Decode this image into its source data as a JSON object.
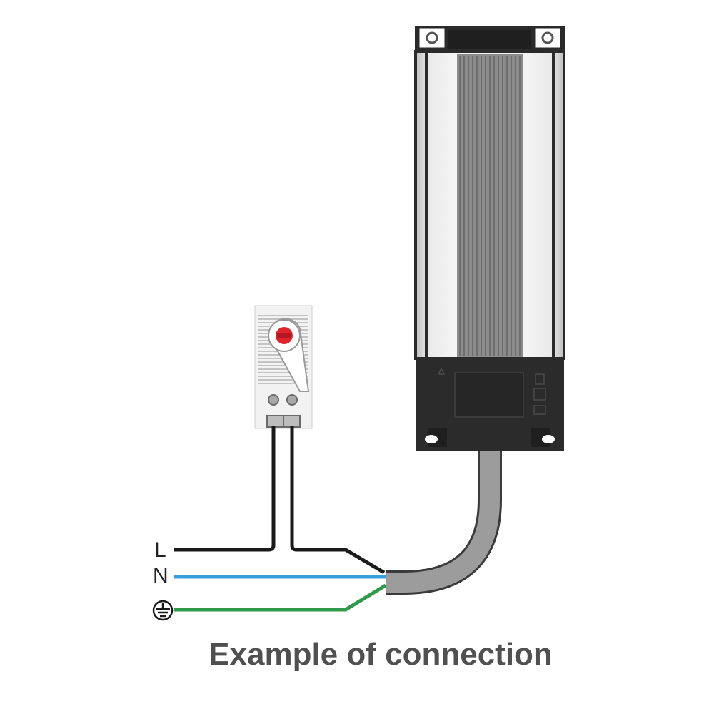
{
  "wire_labels": {
    "line": "L",
    "neutral": "N",
    "earth_symbol": "earth-ground-icon"
  },
  "caption": "Example of connection",
  "colors": {
    "line_wire": "#1a1a1a",
    "neutral_wire": "#3aa0dc",
    "earth_wire": "#2e9a4a",
    "cable": "#9a9a9a",
    "thermostat_knob": "#e0242b",
    "heater_body": "#d9d9d9",
    "heater_cap": "#2b2b2b"
  }
}
